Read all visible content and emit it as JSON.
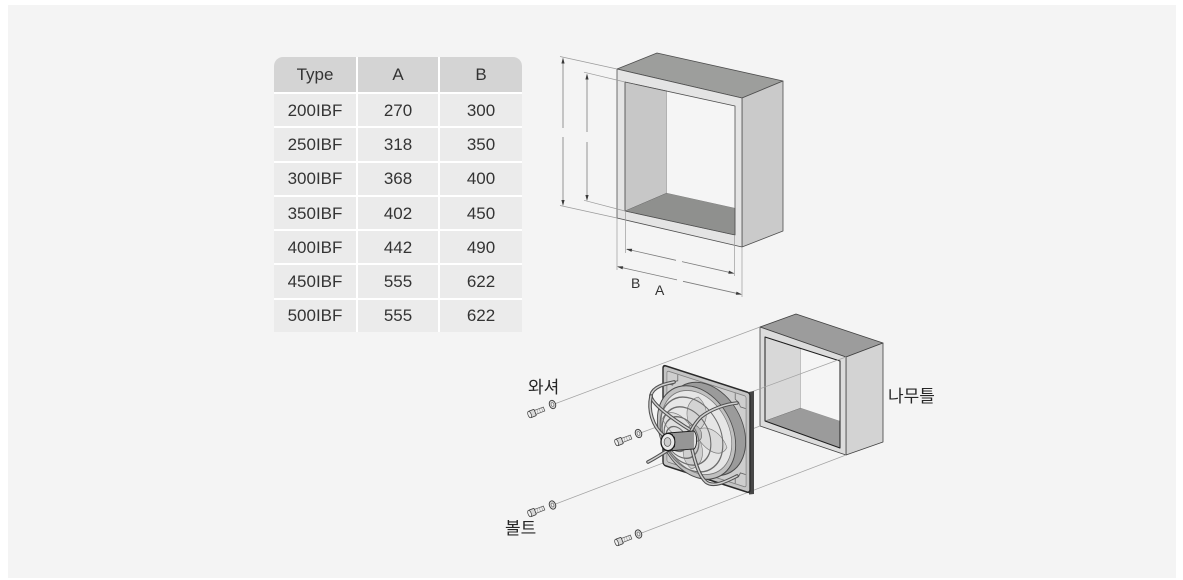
{
  "table": {
    "headers": {
      "type": "Type",
      "a": "A",
      "b": "B"
    },
    "rows": [
      {
        "type": "200IBF",
        "a": "270",
        "b": "300"
      },
      {
        "type": "250IBF",
        "a": "318",
        "b": "350"
      },
      {
        "type": "300IBF",
        "a": "368",
        "b": "400"
      },
      {
        "type": "350IBF",
        "a": "402",
        "b": "450"
      },
      {
        "type": "400IBF",
        "a": "442",
        "b": "490"
      },
      {
        "type": "450IBF",
        "a": "555",
        "b": "622"
      },
      {
        "type": "500IBF",
        "a": "555",
        "b": "622"
      }
    ]
  },
  "dimension_diagram": {
    "outer_dimension_label": "B",
    "inner_dimension_label": "A"
  },
  "assembly_diagram": {
    "washer_label": "와셔",
    "bolt_label": "볼트",
    "wood_frame_label": "나무틀"
  }
}
